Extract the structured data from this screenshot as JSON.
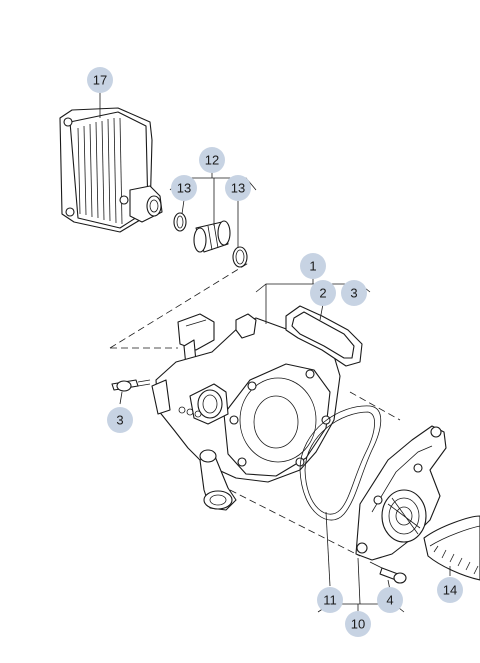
{
  "diagram": {
    "callouts": [
      {
        "id": "c17",
        "label": "17"
      },
      {
        "id": "c12",
        "label": "12"
      },
      {
        "id": "c13a",
        "label": "13"
      },
      {
        "id": "c13b",
        "label": "13"
      },
      {
        "id": "c1",
        "label": "1"
      },
      {
        "id": "c2",
        "label": "2"
      },
      {
        "id": "c3a",
        "label": "3"
      },
      {
        "id": "c3b",
        "label": "3"
      },
      {
        "id": "c11",
        "label": "11"
      },
      {
        "id": "c4",
        "label": "4"
      },
      {
        "id": "c10",
        "label": "10"
      },
      {
        "id": "c14",
        "label": "14"
      }
    ]
  }
}
